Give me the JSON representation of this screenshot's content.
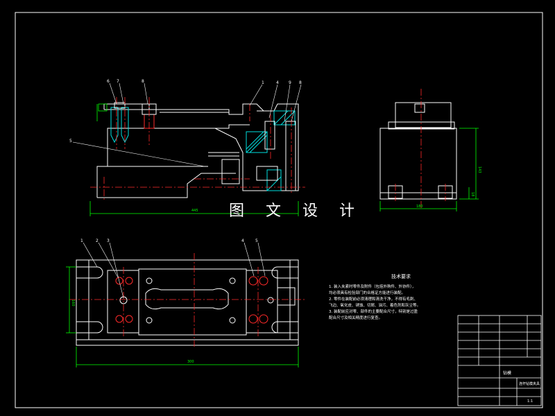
{
  "watermark": "图 文 设 计",
  "technical_requirements": {
    "title": "技术要求",
    "items": [
      "1. 装入夹紧时零件及附件（包括外购件、外协件），",
      "均必须具有检验部门的合格证方能进行装配。",
      "2. 零件在装配前必须清理和清洗干净，不得有毛刺、",
      "飞边、氧化皮、锈蚀、切屑、油污、着色剂和灰尘等。",
      "3. 装配前应对零、部件的主要配合尺寸，特别是过盈",
      "配合尺寸及相关精度进行复查。"
    ]
  },
  "title_block": {
    "drawing_name": "钻模",
    "part_name": "连杆钻模夹具",
    "sheet": "1:1"
  },
  "dimensions": {
    "front_width": "445",
    "side_width": "180",
    "side_height": "143",
    "side_small": "18",
    "plan_width": "300",
    "plan_height": "160"
  },
  "balloons": {
    "front": [
      "6",
      "7",
      "8",
      "1",
      "4",
      "9",
      "8",
      "5"
    ],
    "plan": [
      "1",
      "2",
      "3",
      "4",
      "5"
    ]
  },
  "colors": {
    "outline": "#ffffff",
    "centerline": "#ff2a2a",
    "dimension": "#00ff00",
    "hatch": "#00e0e0",
    "leader": "#ffffff"
  }
}
